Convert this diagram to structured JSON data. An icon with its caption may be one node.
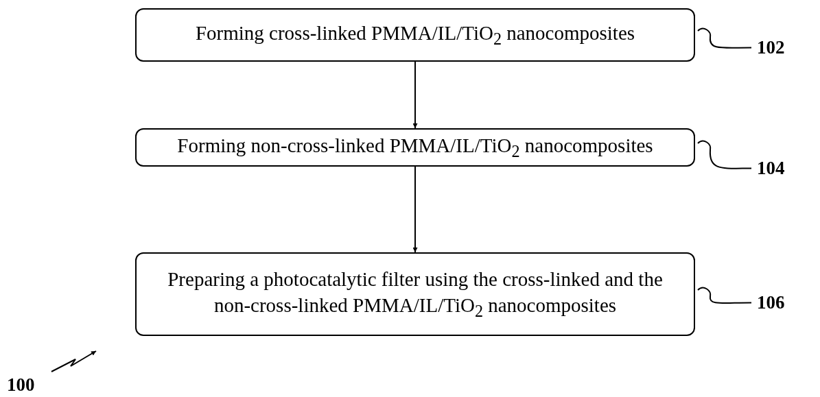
{
  "diagram": {
    "nodes": [
      {
        "text": [
          "Forming cross-linked PMMA/IL/TiO$_{2}$ nanocomposites"
        ]
      },
      {
        "text": [
          "Forming non-cross-linked PMMA/IL/TiO$_{2}$ nanocomposites"
        ]
      },
      {
        "text": [
          "Preparing a photocatalytic filter using the cross-linked and the non-cross-linked PMMA/IL/TiO$_{2}$ nanocomposites"
        ]
      },
      {
        "text": [
          "102"
        ]
      },
      {
        "text": [
          "104"
        ]
      },
      {
        "text": [
          "106"
        ]
      },
      {
        "text": [
          "100"
        ]
      }
    ],
    "edges": [
      {
        "from": 0,
        "to": 1,
        "arrow": "to"
      },
      {
        "from": 1,
        "to": 2,
        "arrow": "to"
      },
      {
        "from": 3,
        "to": 0,
        "arrow": "none"
      },
      {
        "from": 4,
        "to": 1,
        "arrow": "none"
      },
      {
        "from": 5,
        "to": 2,
        "arrow": "none"
      },
      {
        "from": 6,
        "to": null,
        "arrow": "to"
      }
    ]
  }
}
